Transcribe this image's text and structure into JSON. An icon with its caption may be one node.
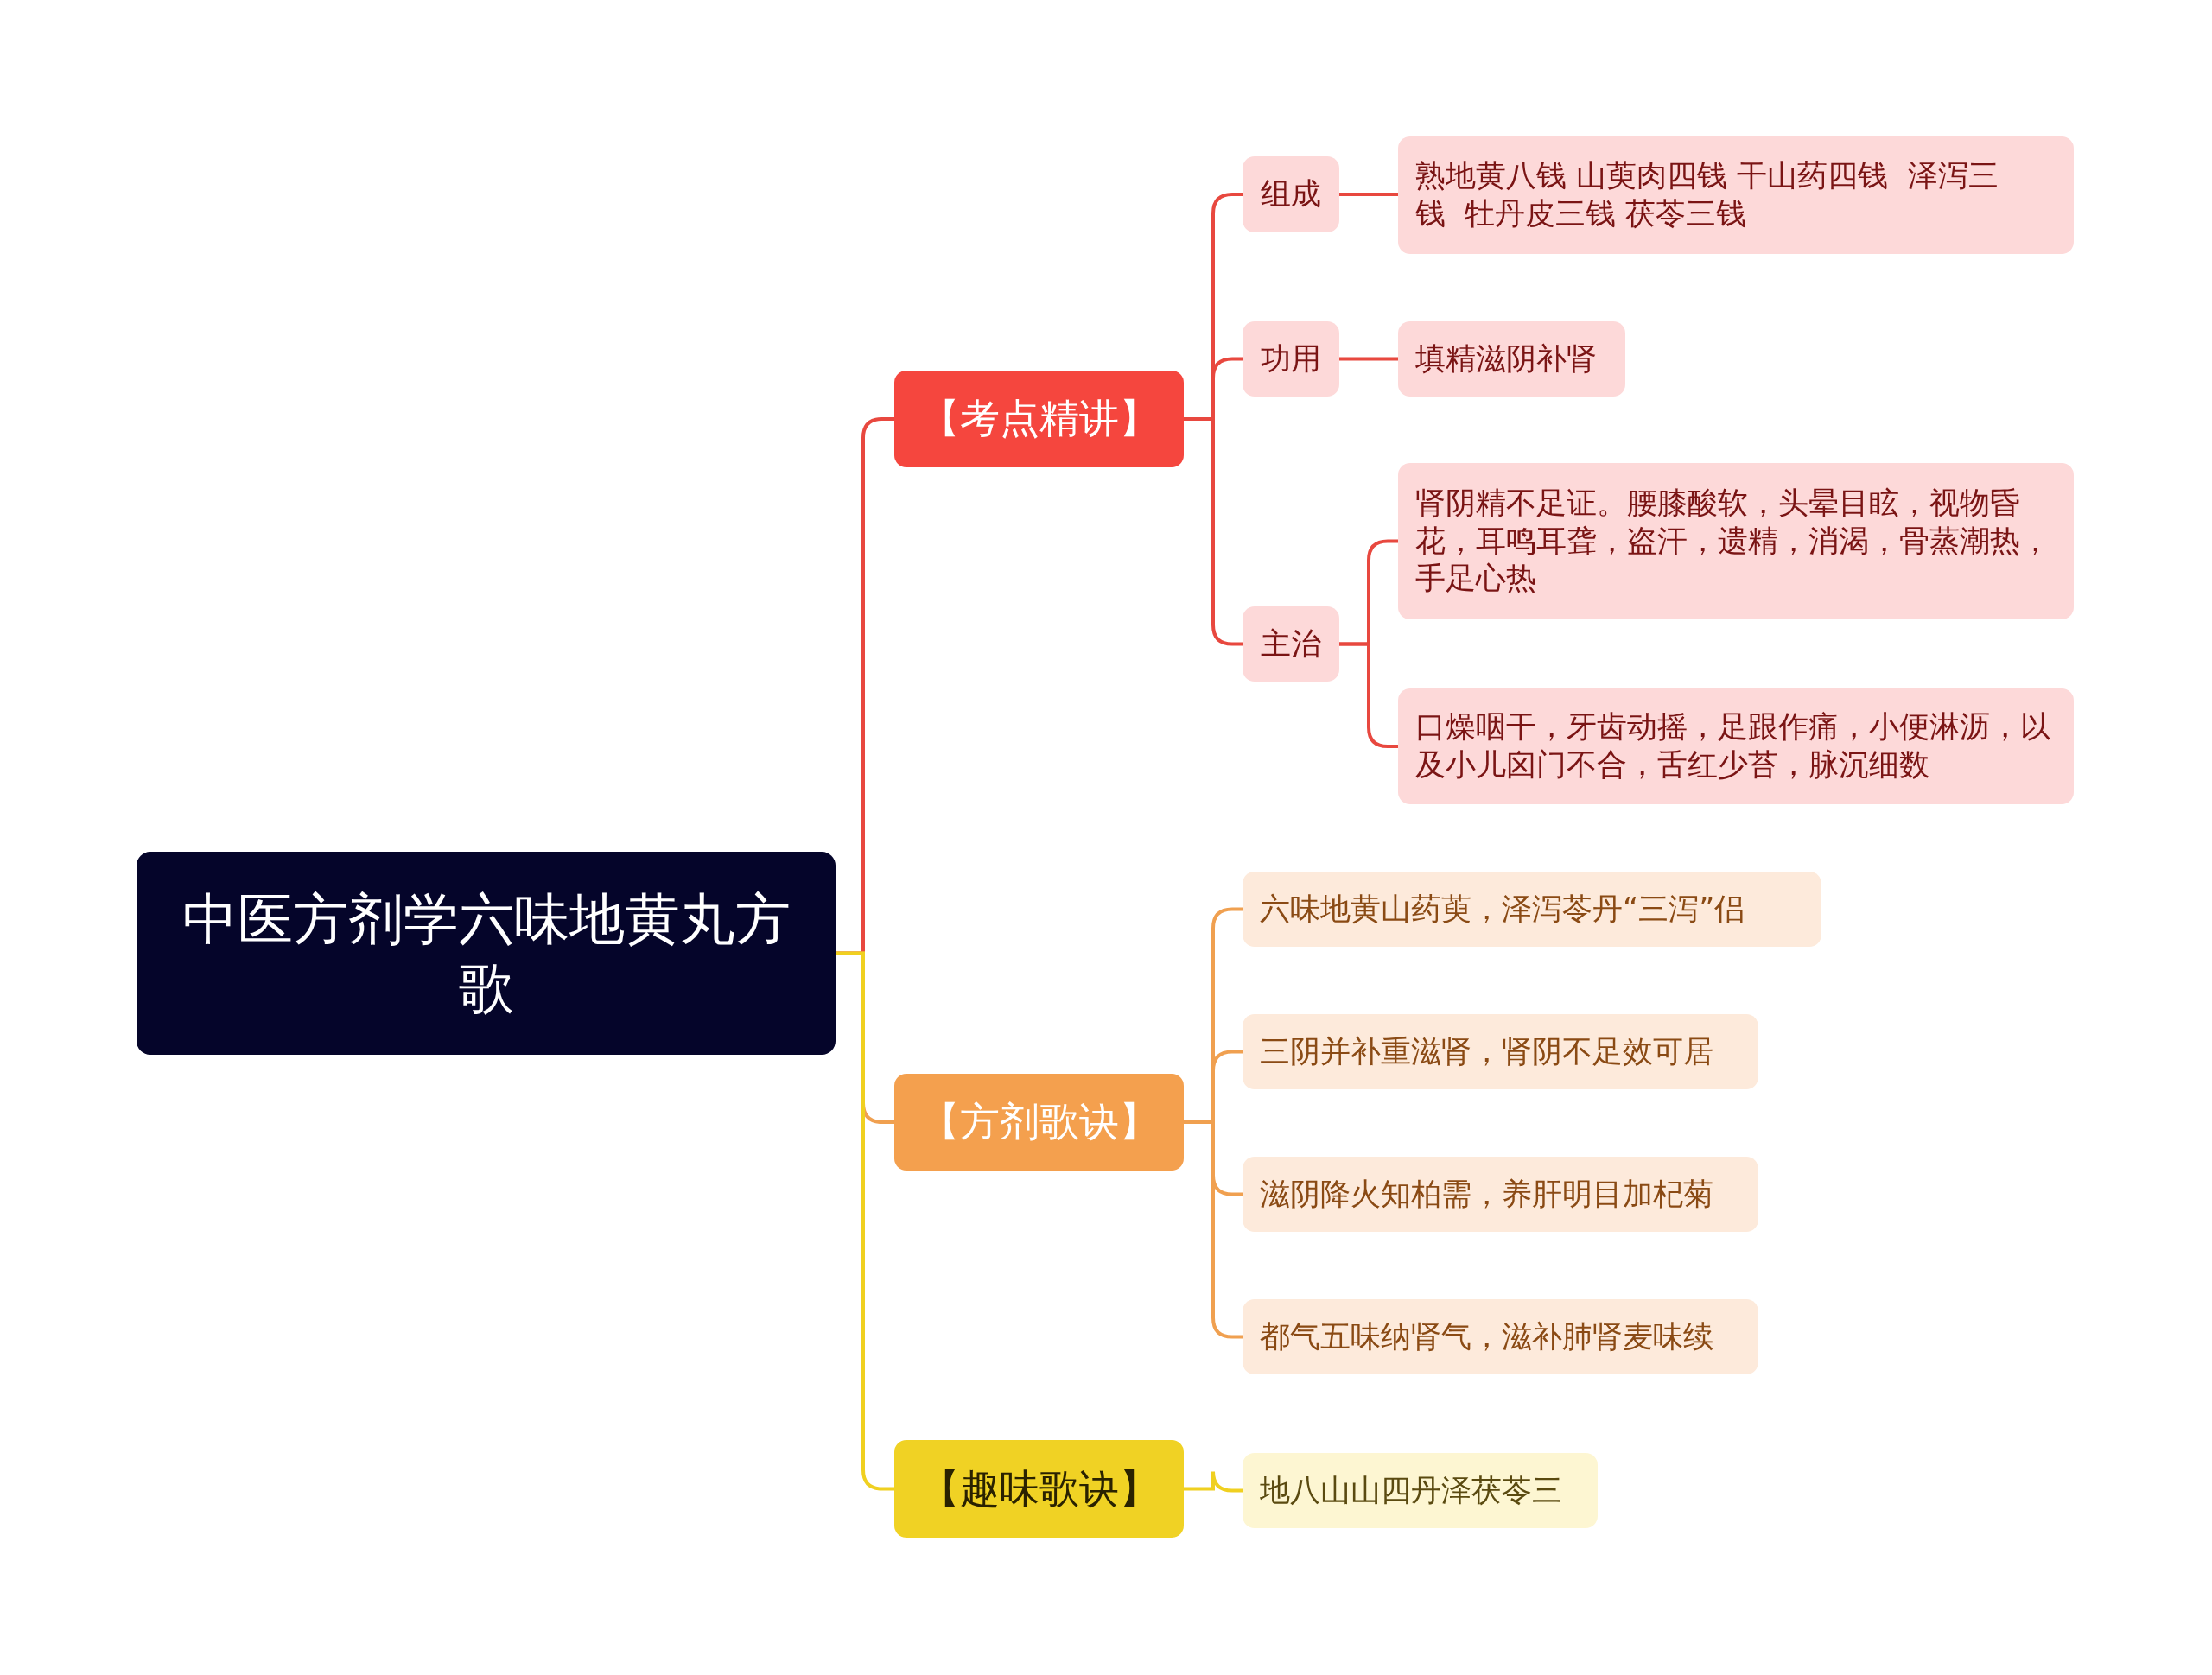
{
  "diagram": {
    "nodes": [
      {
        "text": [
          "中医方剂学六味地黄丸方歌"
        ]
      },
      {
        "text": [
          "【考点精讲】"
        ]
      },
      {
        "text": [
          "组成"
        ]
      },
      {
        "text": [
          "熟地黄八钱 山萸肉四钱 干山药四钱  泽泻三钱  牡丹皮三钱 茯苓三钱"
        ]
      },
      {
        "text": [
          "功用"
        ]
      },
      {
        "text": [
          "填精滋阴补肾"
        ]
      },
      {
        "text": [
          "主治"
        ]
      },
      {
        "text": [
          "肾阴精不足证。腰膝酸软，头晕目眩，视物昏花，耳鸣耳聋，盗汗，遗精，消渴，骨蒸潮热，手足心热"
        ]
      },
      {
        "text": [
          "口燥咽干，牙齿动摇，足跟作痛，小便淋沥，以及小儿囟门不合，舌红少苔，脉沉细数"
        ]
      },
      {
        "text": [
          "【方剂歌诀】"
        ]
      },
      {
        "text": [
          "六味地黄山药萸，泽泻苓丹“三泻”侣"
        ]
      },
      {
        "text": [
          "三阴并补重滋肾，肾阴不足效可居"
        ]
      },
      {
        "text": [
          "滋阴降火知柏需，养肝明目加杞菊"
        ]
      },
      {
        "text": [
          "都气五味纳肾气，滋补肺肾麦味续"
        ]
      },
      {
        "text": [
          "【趣味歌诀】"
        ]
      },
      {
        "text": [
          "地八山山四丹泽茯苓三"
        ]
      }
    ],
    "edges": [
      {
        "from": 0,
        "to": 1,
        "arrow": "none"
      },
      {
        "from": 1,
        "to": 2,
        "arrow": "none"
      },
      {
        "from": 2,
        "to": 3,
        "arrow": "none"
      },
      {
        "from": 1,
        "to": 4,
        "arrow": "none"
      },
      {
        "from": 4,
        "to": 5,
        "arrow": "none"
      },
      {
        "from": 1,
        "to": 6,
        "arrow": "none"
      },
      {
        "from": 6,
        "to": 7,
        "arrow": "none"
      },
      {
        "from": 6,
        "to": 8,
        "arrow": "none"
      },
      {
        "from": 0,
        "to": 9,
        "arrow": "none",
        "color": "#f0a050"
      },
      {
        "from": 9,
        "to": 10,
        "arrow": "none",
        "color": "#f0a050"
      },
      {
        "from": 9,
        "to": 11,
        "arrow": "none",
        "color": "#f0a050"
      },
      {
        "from": 9,
        "to": 12,
        "arrow": "none",
        "color": "#f0a050"
      },
      {
        "from": 9,
        "to": 13,
        "arrow": "none",
        "color": "#f0a050"
      },
      {
        "from": 0,
        "to": 14,
        "arrow": "none",
        "color": "#f0d020"
      },
      {
        "from": 14,
        "to": 15,
        "arrow": "none",
        "color": "#f0d020"
      }
    ]
  }
}
